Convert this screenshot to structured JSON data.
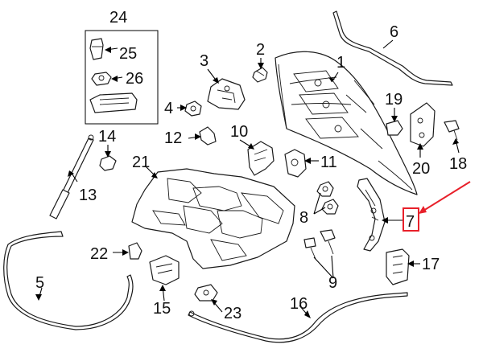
{
  "callouts": {
    "c1": "1",
    "c2": "2",
    "c3": "3",
    "c4": "4",
    "c5": "5",
    "c6": "6",
    "c7": "7",
    "c8": "8",
    "c9": "9",
    "c10": "10",
    "c11": "11",
    "c12": "12",
    "c13": "13",
    "c14": "14",
    "c15": "15",
    "c16": "16",
    "c17": "17",
    "c18": "18",
    "c19": "19",
    "c20": "20",
    "c21": "21",
    "c22": "22",
    "c23": "23",
    "c24": "24",
    "c25": "25",
    "c26": "26"
  },
  "colors": {
    "highlight": "#e8202a",
    "line": "#1a1a1a"
  },
  "highlighted_part": "7"
}
